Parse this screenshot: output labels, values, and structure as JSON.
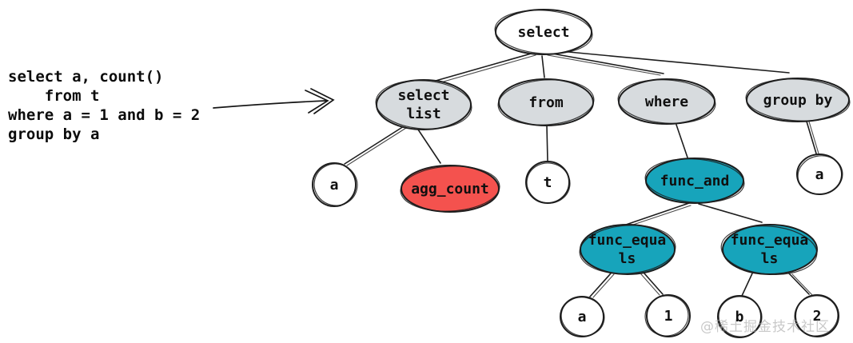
{
  "sql": {
    "code": "select a, count()\n    from t\nwhere a = 1 and b = 2\ngroup by a"
  },
  "watermark": {
    "text": "@稀土掘金技术社区"
  },
  "colors": {
    "leaf_fill": "#ffffff",
    "clause_fill": "#d7dbde",
    "aggregate_fill": "#f4524e",
    "function_fill": "#17a4bb",
    "stroke": "#1d1d1d",
    "watermark_text": "#a8a8a8"
  },
  "tree": {
    "nodes": [
      {
        "id": "select",
        "label": "select",
        "kind": "root"
      },
      {
        "id": "select-list",
        "label": "select list",
        "kind": "clause"
      },
      {
        "id": "from",
        "label": "from",
        "kind": "clause"
      },
      {
        "id": "where",
        "label": "where",
        "kind": "clause"
      },
      {
        "id": "group-by",
        "label": "group by",
        "kind": "clause"
      },
      {
        "id": "a-select",
        "label": "a",
        "kind": "identifier"
      },
      {
        "id": "agg-count",
        "label": "agg_count",
        "kind": "aggregate"
      },
      {
        "id": "t",
        "label": "t",
        "kind": "identifier"
      },
      {
        "id": "func-and",
        "label": "func_and",
        "kind": "function"
      },
      {
        "id": "a-group",
        "label": "a",
        "kind": "identifier"
      },
      {
        "id": "func-equals-1",
        "label": "func_equals",
        "kind": "function"
      },
      {
        "id": "func-equals-2",
        "label": "func_equals",
        "kind": "function"
      },
      {
        "id": "a-cond",
        "label": "a",
        "kind": "identifier"
      },
      {
        "id": "lit-1",
        "label": "1",
        "kind": "literal"
      },
      {
        "id": "b-cond",
        "label": "b",
        "kind": "identifier"
      },
      {
        "id": "lit-2",
        "label": "2",
        "kind": "literal"
      }
    ],
    "edges": [
      [
        "select",
        "select-list"
      ],
      [
        "select",
        "from"
      ],
      [
        "select",
        "where"
      ],
      [
        "select",
        "group-by"
      ],
      [
        "select-list",
        "a-select"
      ],
      [
        "select-list",
        "agg-count"
      ],
      [
        "from",
        "t"
      ],
      [
        "where",
        "func-and"
      ],
      [
        "group-by",
        "a-group"
      ],
      [
        "func-and",
        "func-equals-1"
      ],
      [
        "func-and",
        "func-equals-2"
      ],
      [
        "func-equals-1",
        "a-cond"
      ],
      [
        "func-equals-1",
        "lit-1"
      ],
      [
        "func-equals-2",
        "b-cond"
      ],
      [
        "func-equals-2",
        "lit-2"
      ]
    ]
  }
}
